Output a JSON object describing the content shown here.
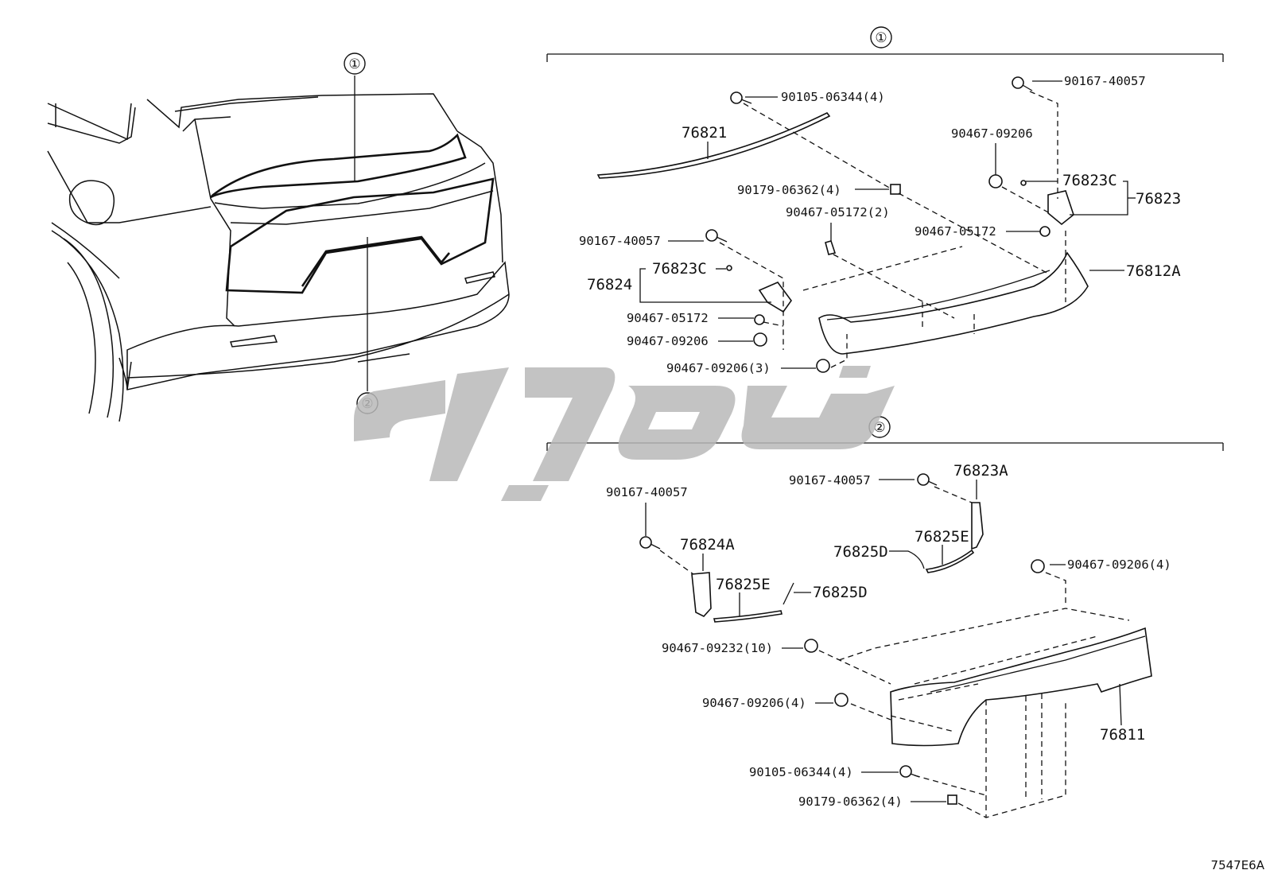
{
  "diagram": {
    "callouts": {
      "group1": "①",
      "group2": "②",
      "car_ref1": "①",
      "car_ref2": "②"
    },
    "group1_labels": [
      "90105-06344(4)",
      "76821",
      "90179-06362(4)",
      "90467-05172(2)",
      "90167-40057",
      "90467-09206",
      "76823C",
      "76823",
      "90467-05172",
      "76812A",
      "90167-40057",
      "76823C",
      "76824",
      "90467-05172",
      "90467-09206",
      "90467-09206(3)"
    ],
    "group2_labels": [
      "90167-40057",
      "76823A",
      "76825E",
      "76825D",
      "90467-09206(4)",
      "90167-40057",
      "76824A",
      "76825E",
      "76825D",
      "90467-09232(10)",
      "90467-09206(4)",
      "76811",
      "90105-06344(4)",
      "90179-06362(4)"
    ],
    "figure_code": "7547E6A"
  }
}
